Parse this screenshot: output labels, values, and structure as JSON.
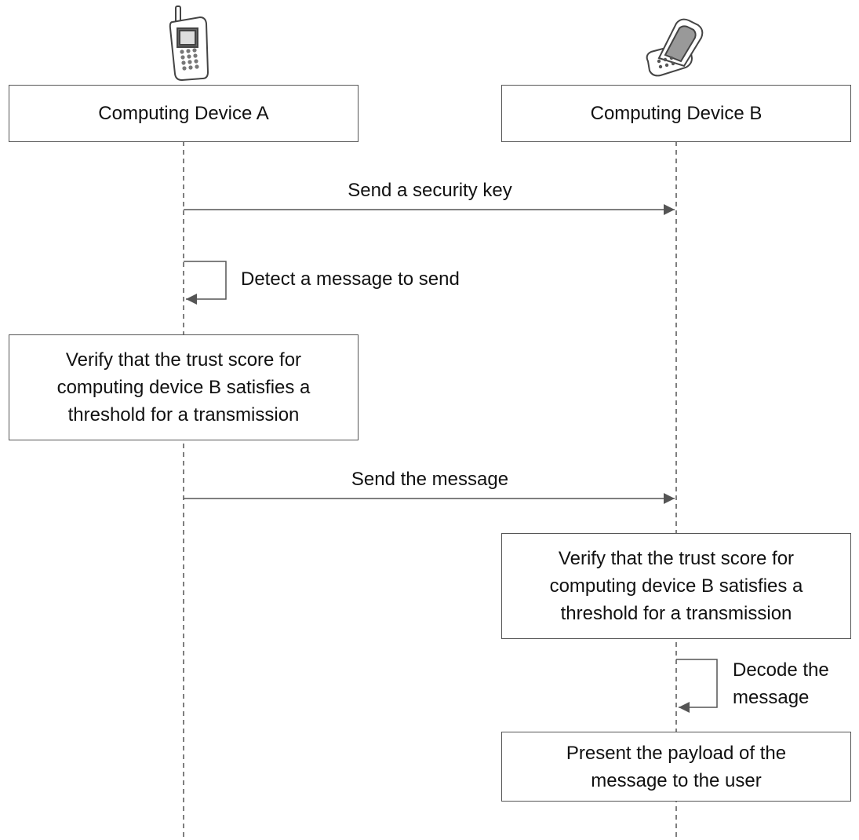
{
  "participants": [
    {
      "name": "Computing Device A",
      "icon": "candybar-phone-icon"
    },
    {
      "name": "Computing Device B",
      "icon": "flip-phone-icon"
    }
  ],
  "messages": [
    {
      "from": "Computing Device A",
      "to": "Computing Device B",
      "label": "Send a security key"
    },
    {
      "from": "Computing Device A",
      "to": "Computing Device A",
      "label": "Detect a message to send"
    },
    {
      "from": "Computing Device A",
      "to": "Computing Device B",
      "label": "Send the message"
    },
    {
      "from": "Computing Device B",
      "to": "Computing Device B",
      "label": "Decode the\nmessage"
    }
  ],
  "activities": [
    {
      "owner": "Computing Device A",
      "text": "Verify that the trust score for\ncomputing device B satisfies a\nthreshold for a transmission"
    },
    {
      "owner": "Computing Device B",
      "text": "Verify that the trust score for\ncomputing device B satisfies a\nthreshold for a transmission"
    },
    {
      "owner": "Computing Device B",
      "text": "Present the payload of the\nmessage to the user"
    }
  ],
  "colors": {
    "line": "#555555",
    "text": "#111111",
    "background": "#ffffff"
  }
}
